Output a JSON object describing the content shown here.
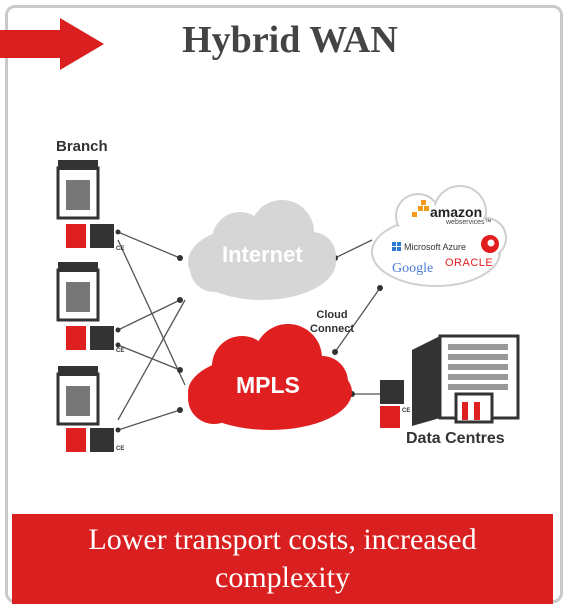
{
  "title": "Hybrid WAN",
  "labels": {
    "branch": "Branch",
    "data_centres": "Data Centres",
    "cloud_connect_line1": "Cloud",
    "cloud_connect_line2": "Connect",
    "internet": "Internet",
    "mpls": "MPLS",
    "ce": "CE"
  },
  "vendors": {
    "amazon": "amazon",
    "aws": "webservices™",
    "azure": "Microsoft Azure",
    "google": "Google",
    "oracle": "ORACLE"
  },
  "footer": {
    "line1": "Lower transport costs, increased",
    "line2": "complexity"
  },
  "colors": {
    "accent_red": "#d91f1f",
    "internet_cloud": "#d6d6d6",
    "mpls_cloud": "#e02020",
    "frame_border": "#c9c9c9"
  }
}
